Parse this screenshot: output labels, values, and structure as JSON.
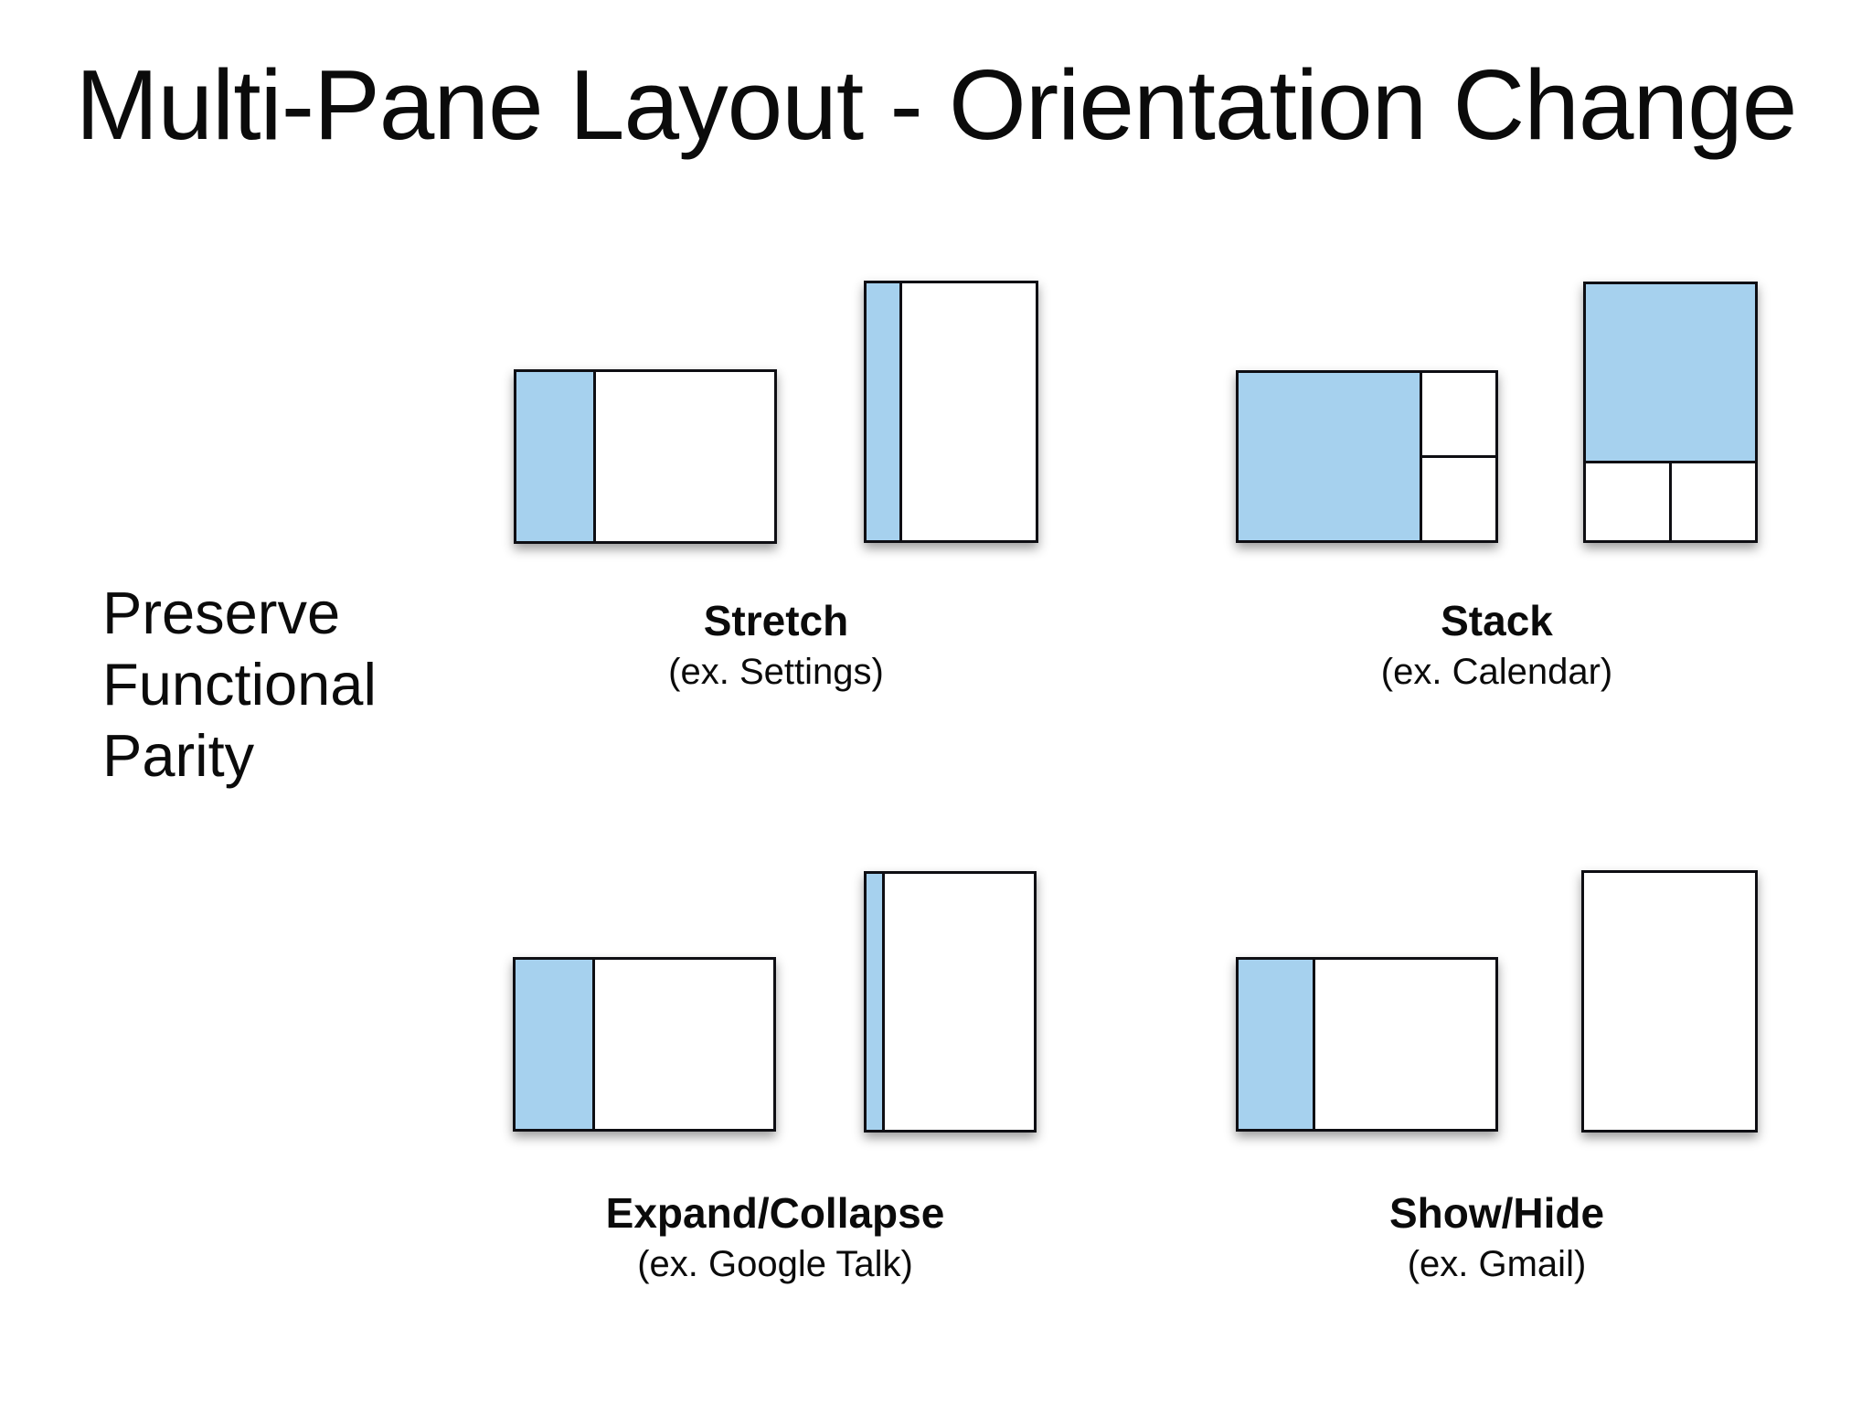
{
  "slide": {
    "title": "Multi-Pane Layout - Orientation Change",
    "side_note": "Preserve\nFunctional\nParity"
  },
  "colors": {
    "pane_blue": "#a6d1ee",
    "outline": "#0e0e13",
    "background": "#ffffff",
    "text": "#0b0b0b"
  },
  "groups": [
    {
      "id": "stretch",
      "name": "Stretch",
      "example": "(ex. Settings)"
    },
    {
      "id": "stack",
      "name": "Stack",
      "example": "(ex. Calendar)"
    },
    {
      "id": "expand-collapse",
      "name": "Expand/Collapse",
      "example": "(ex. Google Talk)"
    },
    {
      "id": "show-hide",
      "name": "Show/Hide",
      "example": "(ex. Gmail)"
    }
  ]
}
